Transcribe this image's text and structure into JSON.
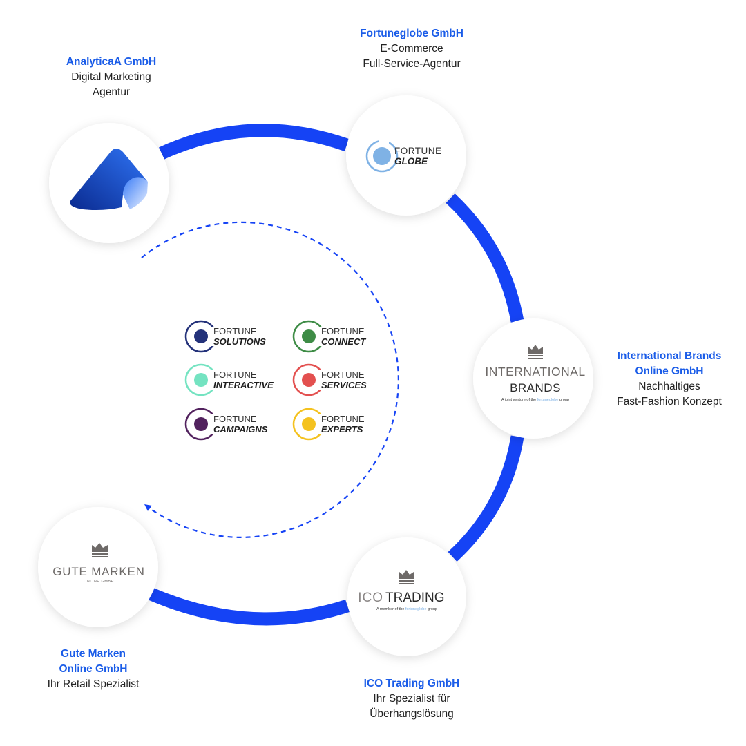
{
  "nodes": {
    "analytica": {
      "company": "AnalyticaA GmbH",
      "lines": [
        "Digital Marketing",
        "Agentur"
      ]
    },
    "fortuneglobe": {
      "company": "Fortuneglobe GmbH",
      "lines": [
        "E-Commerce",
        "Full-Service-Agentur"
      ],
      "logo": {
        "word1": "FORTUNE",
        "word2": "GLOBE"
      }
    },
    "international_brands": {
      "company_lines": [
        "International Brands",
        "Online GmbH"
      ],
      "lines": [
        "Nachhaltiges",
        "Fast-Fashion Konzept"
      ],
      "logo": {
        "word1": "INTERNATIONAL",
        "word2": "BRANDS",
        "tagline_pre": "A joint venture of the ",
        "tagline_brand": "fortuneglobe",
        "tagline_post": " group"
      }
    },
    "ico_trading": {
      "company": "ICO Trading GmbH",
      "lines": [
        "Ihr Spezialist für",
        "Überhangslösung"
      ],
      "logo": {
        "word1": "ICO",
        "word2": "TRADING",
        "tagline_pre": "A member of the ",
        "tagline_brand": "fortuneglobe",
        "tagline_post": " group"
      }
    },
    "gute_marken": {
      "company_lines": [
        "Gute Marken",
        "Online GmbH"
      ],
      "lines": [
        "Ihr Retail Spezialist"
      ],
      "logo": {
        "word1": "GUTE MARKEN",
        "word2": "ONLINE GMBH"
      }
    }
  },
  "center_brands": [
    {
      "word1": "FORTUNE",
      "word2": "SOLUTIONS",
      "color": "#24327a"
    },
    {
      "word1": "FORTUNE",
      "word2": "CONNECT",
      "color": "#3e8c46"
    },
    {
      "word1": "FORTUNE",
      "word2": "INTERACTIVE",
      "color": "#74e3c1"
    },
    {
      "word1": "FORTUNE",
      "word2": "SERVICES",
      "color": "#e3504f"
    },
    {
      "word1": "FORTUNE",
      "word2": "CAMPAIGNS",
      "color": "#52225e"
    },
    {
      "word1": "FORTUNE",
      "word2": "EXPERTS",
      "color": "#f4c21f"
    }
  ],
  "colors": {
    "ring": "#1543f5",
    "caption_company": "#1a5ce8",
    "globe": "#7fb2e5",
    "logo_gray": "#6e6a68",
    "analytica_dark": "#0a2a8f",
    "analytica_light": "#2f6ff0"
  }
}
